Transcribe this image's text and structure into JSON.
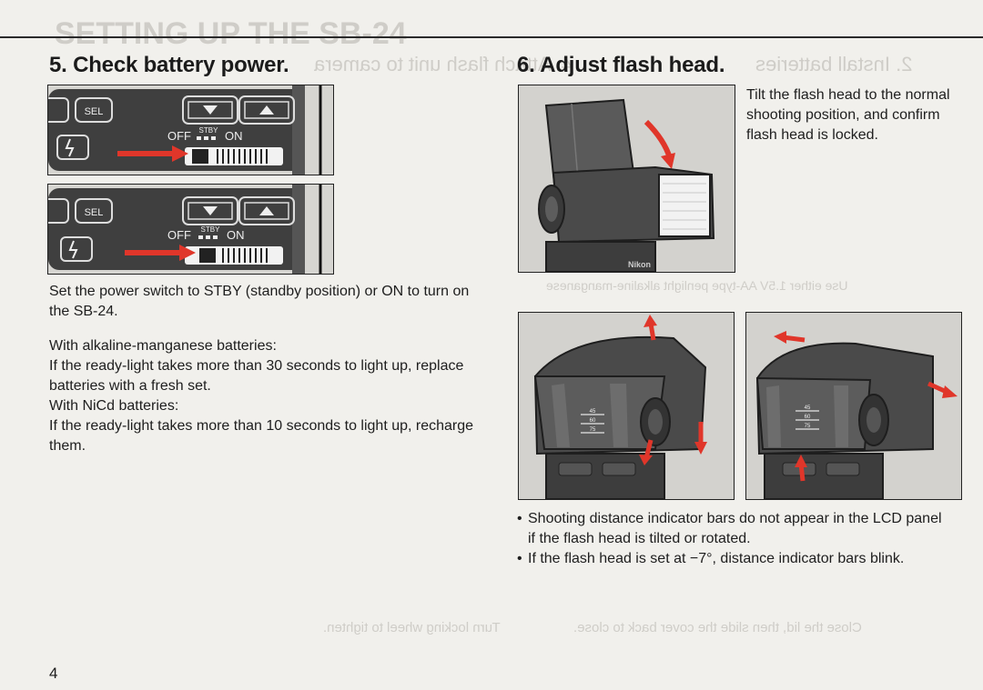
{
  "page_number": "4",
  "section5": {
    "heading": "5. Check battery power.",
    "switch_labels": {
      "sel": "SEL",
      "off": "OFF",
      "stby": "STBY",
      "on": "ON"
    },
    "paragraphs": [
      "Set the power switch to STBY (standby position) or ON to turn on the SB-24.",
      "With alkaline-manganese batteries:",
      "If the ready-light takes more than 30 seconds to light up, replace batteries with a fresh set.",
      "With NiCd batteries:",
      "If the ready-light takes more than 10 seconds to light up, recharge them."
    ]
  },
  "section6": {
    "heading": "6. Adjust flash head.",
    "instruction": "Tilt the flash head to the normal shooting position, and confirm flash head is locked.",
    "brand": "Nikon",
    "bullets": [
      "Shooting distance indicator bars do not appear in the LCD panel if the flash head is tilted or rotated.",
      "If the flash head is set at −7°, distance indicator bars blink."
    ],
    "tilt_marks": [
      "45",
      "60",
      "75"
    ]
  },
  "colors": {
    "arrow": "#e0362a",
    "panel": "#cfcecb",
    "device": "#4a4a4a"
  }
}
